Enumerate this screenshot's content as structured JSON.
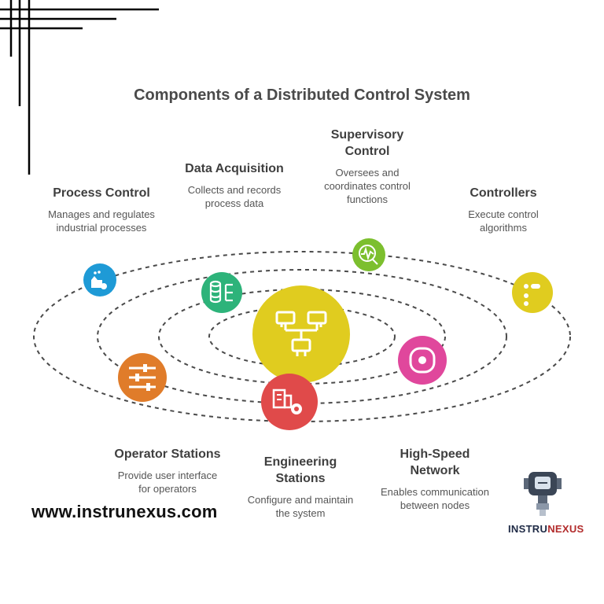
{
  "title": "Components of a Distributed Control System",
  "components": {
    "process_control": {
      "title": "Process Control",
      "desc_line1": "Manages and regulates",
      "desc_line2": "industrial processes",
      "color": "#1e9ad6",
      "icon": "process-factory-icon"
    },
    "data_acquisition": {
      "title": "Data Acquisition",
      "desc_line1": "Collects and records",
      "desc_line2": "process data",
      "color": "#2db37a",
      "icon": "database-icon"
    },
    "supervisory_control": {
      "title_line1": "Supervisory",
      "title_line2": "Control",
      "desc_line1": "Oversees and",
      "desc_line2": "coordinates control",
      "desc_line3": "functions",
      "color": "#7cbf2e",
      "icon": "pulse-search-icon"
    },
    "controllers": {
      "title": "Controllers",
      "desc_line1": "Execute control",
      "desc_line2": "algorithms",
      "color": "#e0cc1f",
      "icon": "list-icon"
    },
    "operator_stations": {
      "title": "Operator Stations",
      "desc_line1": "Provide user interface",
      "desc_line2": "for operators",
      "color": "#e07c2a",
      "icon": "sliders-icon"
    },
    "engineering_stations": {
      "title_line1": "Engineering",
      "title_line2": "Stations",
      "desc_line1": "Configure and maintain",
      "desc_line2": "the system",
      "color": "#e04a4a",
      "icon": "building-gear-icon"
    },
    "high_speed_network": {
      "title_line1": "High-Speed",
      "title_line2": "Network",
      "desc_line1": "Enables communication",
      "desc_line2": "between nodes",
      "color": "#e0479c",
      "icon": "network-node-icon"
    },
    "center": {
      "color": "#e0cc1f",
      "icon": "network-topology-icon"
    }
  },
  "footer": {
    "url": "www.instrunexus.com",
    "brand_part1": "INSTRU",
    "brand_part2": "NEXUS"
  }
}
